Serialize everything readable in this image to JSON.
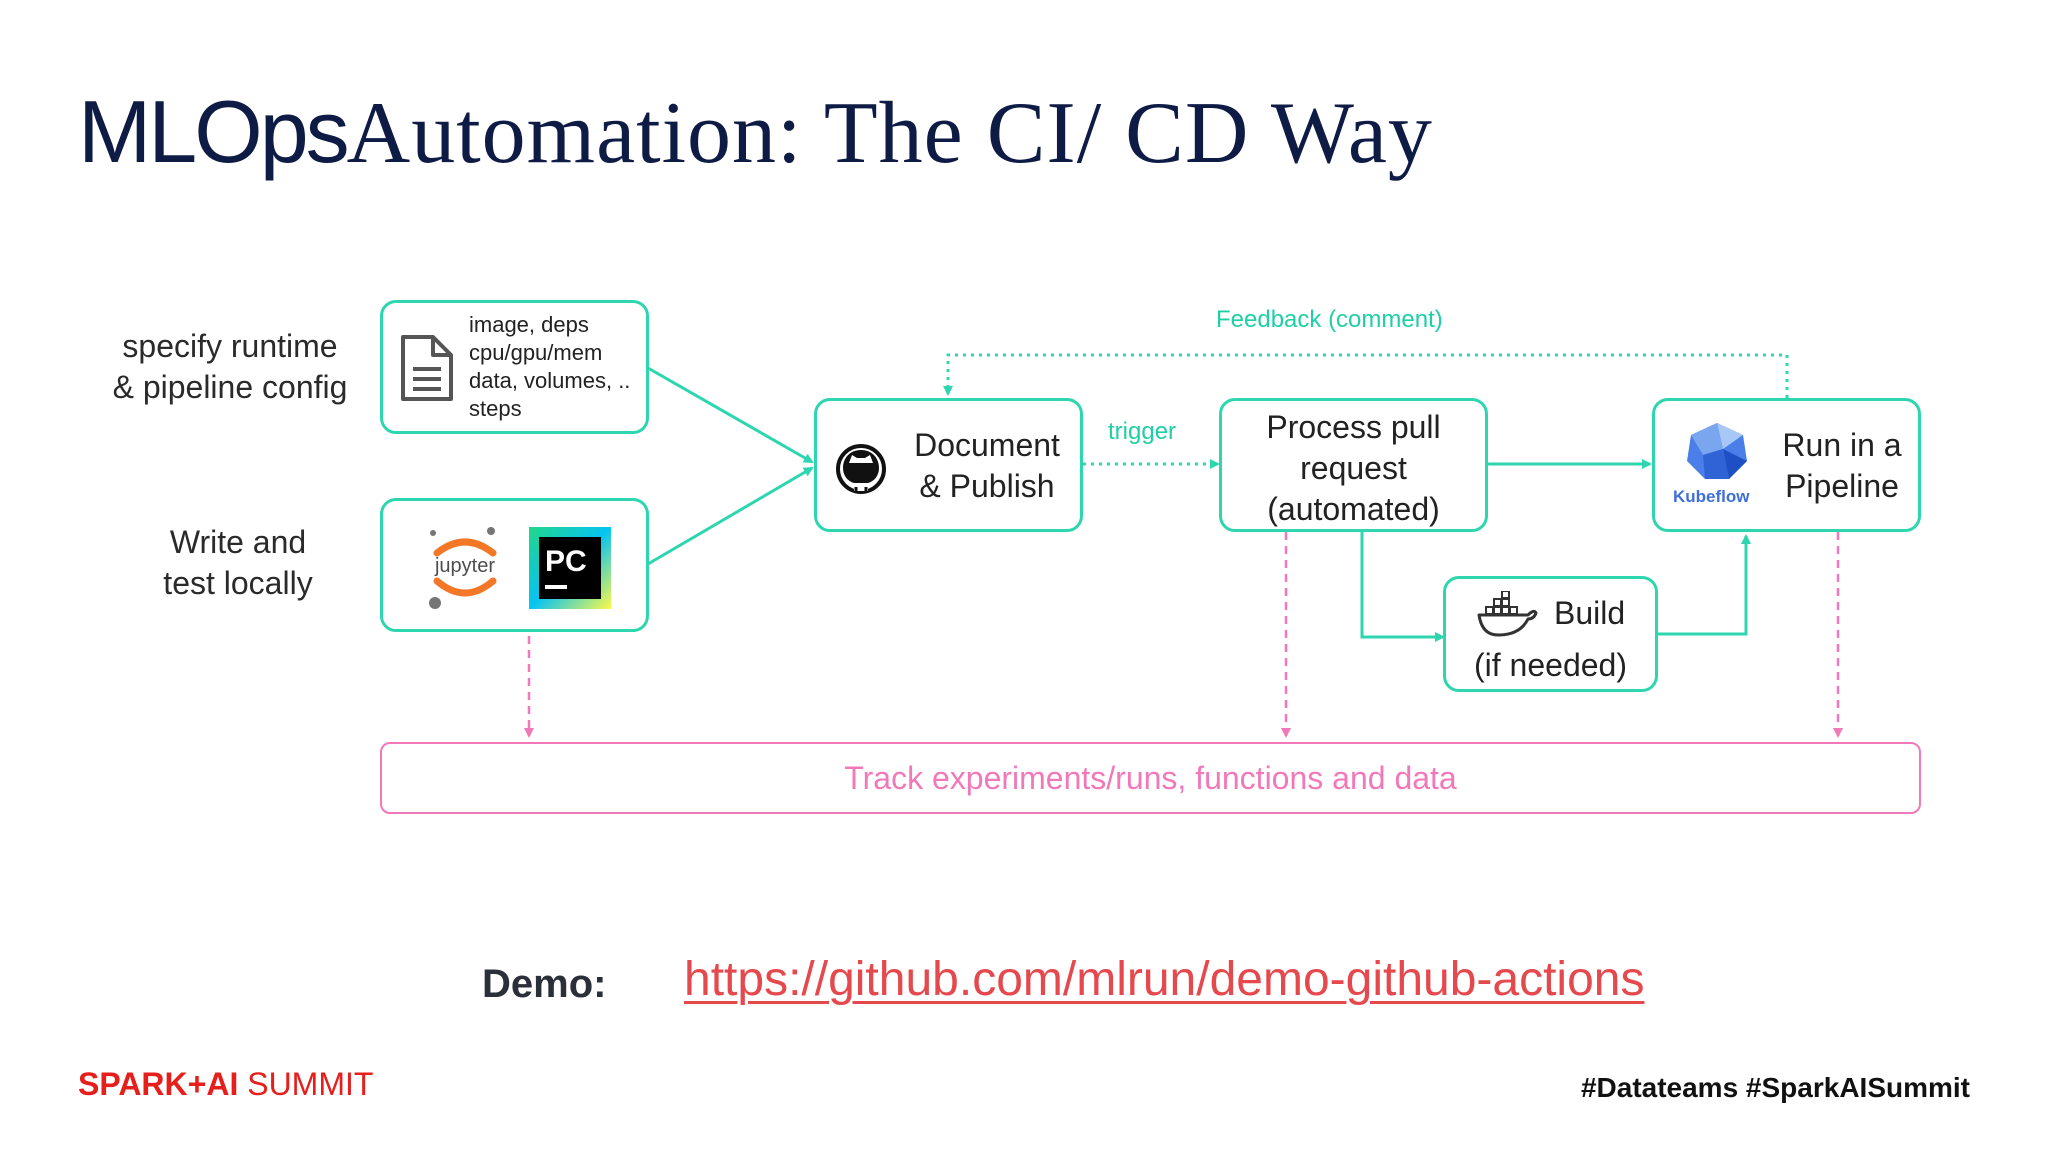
{
  "title": {
    "part1": "MLOps",
    "part2": "Automation: The CI/ CD Way"
  },
  "left_labels": {
    "specify": [
      "specify runtime",
      "& pipeline config"
    ],
    "write": [
      "Write and",
      "test locally"
    ]
  },
  "config_box": {
    "lines": [
      "image, deps",
      "cpu/gpu/mem",
      "data, volumes, ..",
      "steps"
    ]
  },
  "local_box": {
    "jupyter": "jupyter",
    "pycharm": "PC"
  },
  "document_box": {
    "line1": "Document",
    "line2": "& Publish"
  },
  "trigger_label": "trigger",
  "feedback_label": "Feedback (comment)",
  "process_box": {
    "line1": "Process pull",
    "line2": "request",
    "line3": "(automated)"
  },
  "build_box": {
    "line1": "Build",
    "line2": "(if needed)"
  },
  "pipeline_box": {
    "line1": "Run in a",
    "line2": "Pipeline",
    "kubeflow": "Kubeflow"
  },
  "track_box": {
    "label": "Track experiments/runs, functions and data"
  },
  "demo": {
    "label": "Demo:",
    "link": "https://github.com/mlrun/demo-github-actions"
  },
  "footer": {
    "left_bold": "SPARK+AI",
    "left_rest": " SUMMIT",
    "right": "#Datateams  #SparkAISummit"
  },
  "colors": {
    "teal": "#2ed6b0",
    "pink": "#f279b9",
    "navy": "#0d1b45",
    "red": "#e5484d"
  },
  "icons": [
    "document-icon",
    "jupyter-icon",
    "pycharm-icon",
    "github-icon",
    "docker-icon",
    "kubeflow-icon"
  ]
}
